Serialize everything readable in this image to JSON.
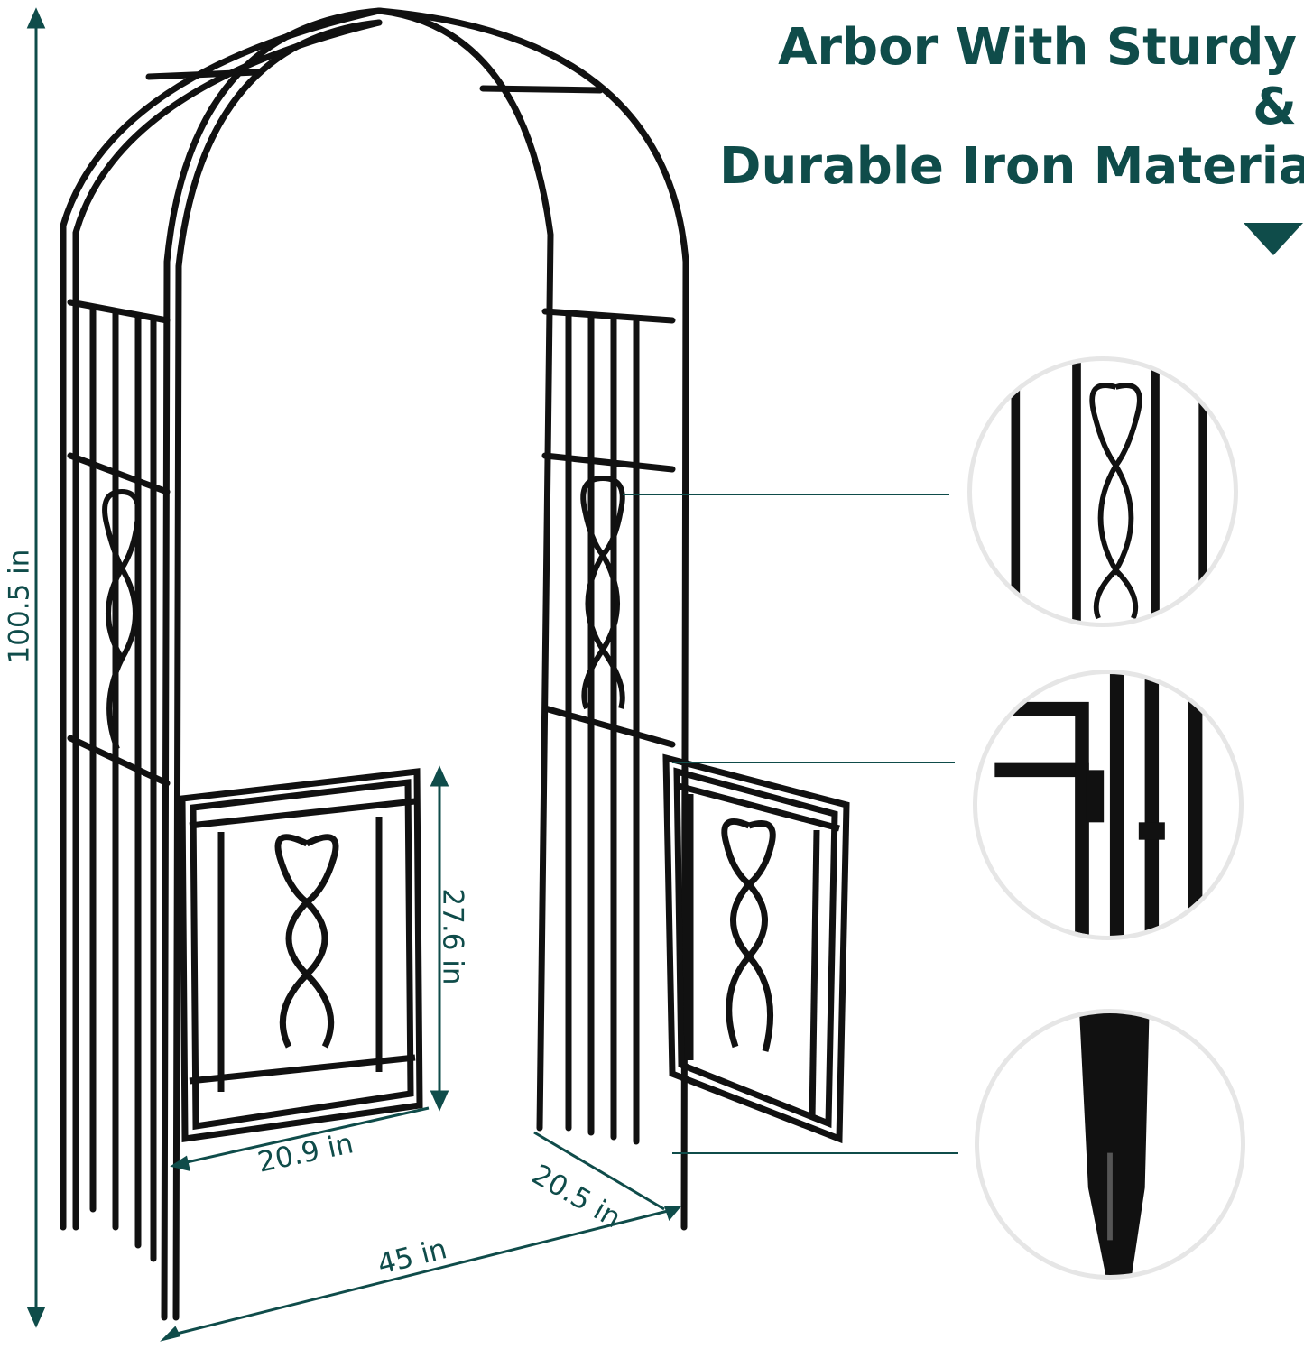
{
  "headline": {
    "line1": "Arbor With Sturdy",
    "line2": "&",
    "line3": "Durable Iron Material"
  },
  "dimensions": {
    "height": "100.5 in",
    "gate_height": "27.6 in",
    "gate_width": "20.9 in",
    "depth": "20.5 in",
    "width": "45 in"
  },
  "details": [
    {
      "icon": "scroll-pattern-detail"
    },
    {
      "icon": "gate-hinge-detail"
    },
    {
      "icon": "ground-stake-detail"
    }
  ],
  "colors": {
    "accent": "#0f4c4a",
    "frame": "#111111"
  }
}
